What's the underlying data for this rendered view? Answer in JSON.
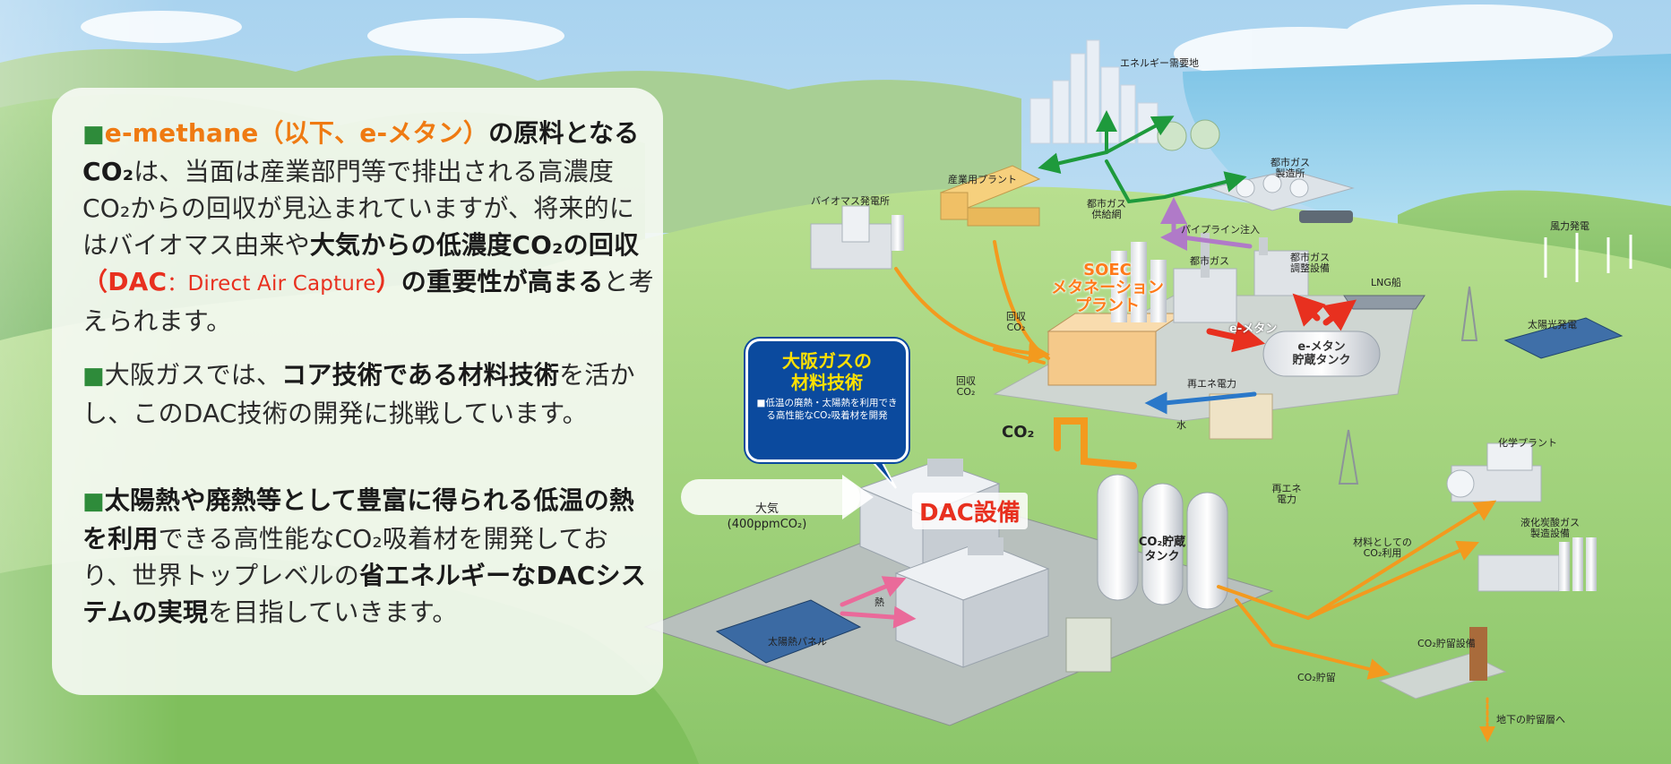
{
  "panel": {
    "p1": {
      "sq": "■",
      "t1": "e-methane（以下、e-メタン）",
      "t2": "の原料となる",
      "t3": "CO₂",
      "t4": "は、当面は産業部門等で排出される高濃度CO₂からの回収が見込まれていますが、将来的にはバイオマス由来や",
      "t5": "大気からの低濃度CO₂の回収",
      "t6": "（DAC",
      "t7": "：Direct Air Capture",
      "t8": "）",
      "t9": "の重要性が高まる",
      "t10": "と考えられます。"
    },
    "p2": {
      "sq": "■",
      "t1": "大阪ガスでは、",
      "t2": "コア技術である材料技術",
      "t3": "を活かし、このDAC技術の開発に挑戦しています。"
    },
    "p3": {
      "sq": "■",
      "t1": "太陽熱や廃熱等として豊富に得られる低温の熱を利用",
      "t2": "できる高性能なCO₂吸着材を開発しており、世界トップレベルの",
      "t3": "省エネルギーなDACシステムの実現",
      "t4": "を目指していきます。"
    }
  },
  "callout": {
    "title": "大阪ガスの\n材料技術",
    "body": "■低温の廃熱・太陽熱を利用できる高性能なCO₂吸着材を開発"
  },
  "labels": {
    "energy_demand": "エネルギー需要地",
    "industrial_plant": "産業用プラント",
    "biomass_plant": "バイオマス発電所",
    "city_gas_supply_net": "都市ガス\n供給網",
    "pipeline_injection": "パイプライン注入",
    "city_gas_factory": "都市ガス\n製造所",
    "wind_power": "風力発電",
    "soec_plant": "SOEC\nメタネーション\nプラント",
    "city_gas": "都市ガス",
    "city_gas_adjust": "都市ガス\n調整設備",
    "lng_ship": "LNG船",
    "solar_power": "太陽光発電",
    "recovered_co2_a": "回収\nCO₂",
    "recovered_co2_b": "回収\nCO₂",
    "e_methane": "e-メタン",
    "e_methane_tank": "e-メタン\n貯蔵タンク",
    "renewable_power_a": "再エネ電力",
    "water": "水",
    "co2_arrow": "CO₂",
    "chemical_plant": "化学プラント",
    "renewable_power_b": "再エネ\n電力",
    "dac_facility": "DAC設備",
    "air": "大気\n(400ppmCO₂)",
    "heat": "熱",
    "co2_storage_tank": "CO₂貯蔵\nタンク",
    "liquefied_co2": "液化炭酸ガス\n製造設備",
    "co2_as_material": "材料としての\nCO₂利用",
    "solar_heat_panel": "太陽熱パネル",
    "co2_storage": "CO₂貯留",
    "co2_storage_facility": "CO₂貯留設備",
    "underground": "地下の貯留層へ"
  },
  "colors": {
    "orange_arrow": "#f39a1e",
    "green_arrow": "#1e9a3c",
    "purple_arrow": "#b07ac8",
    "red_arrow": "#e8301f",
    "blue_arrow": "#2a78c9",
    "pink_arrow": "#ea6a9a",
    "callout_bg": "#0b4a9e",
    "callout_title": "#ffe100"
  }
}
